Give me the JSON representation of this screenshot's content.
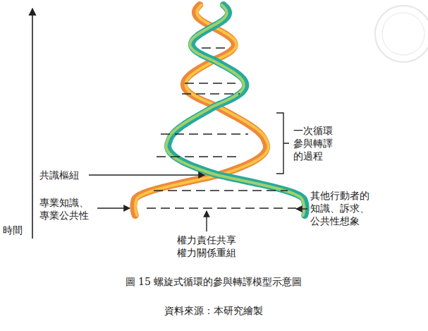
{
  "diagram": {
    "caption": "圖 15 螺旋式循環的參與轉譯模型示意圖",
    "labels": [
      "時間",
      "一次循環 參與轉譯 的過程",
      "共識樞紐",
      "專業知識、專業公共性",
      "其他行動者的知識、訴求、公共性想象",
      "權力責任共享 權力關係重組",
      "資料來源：本研究繪製"
    ]
  }
}
